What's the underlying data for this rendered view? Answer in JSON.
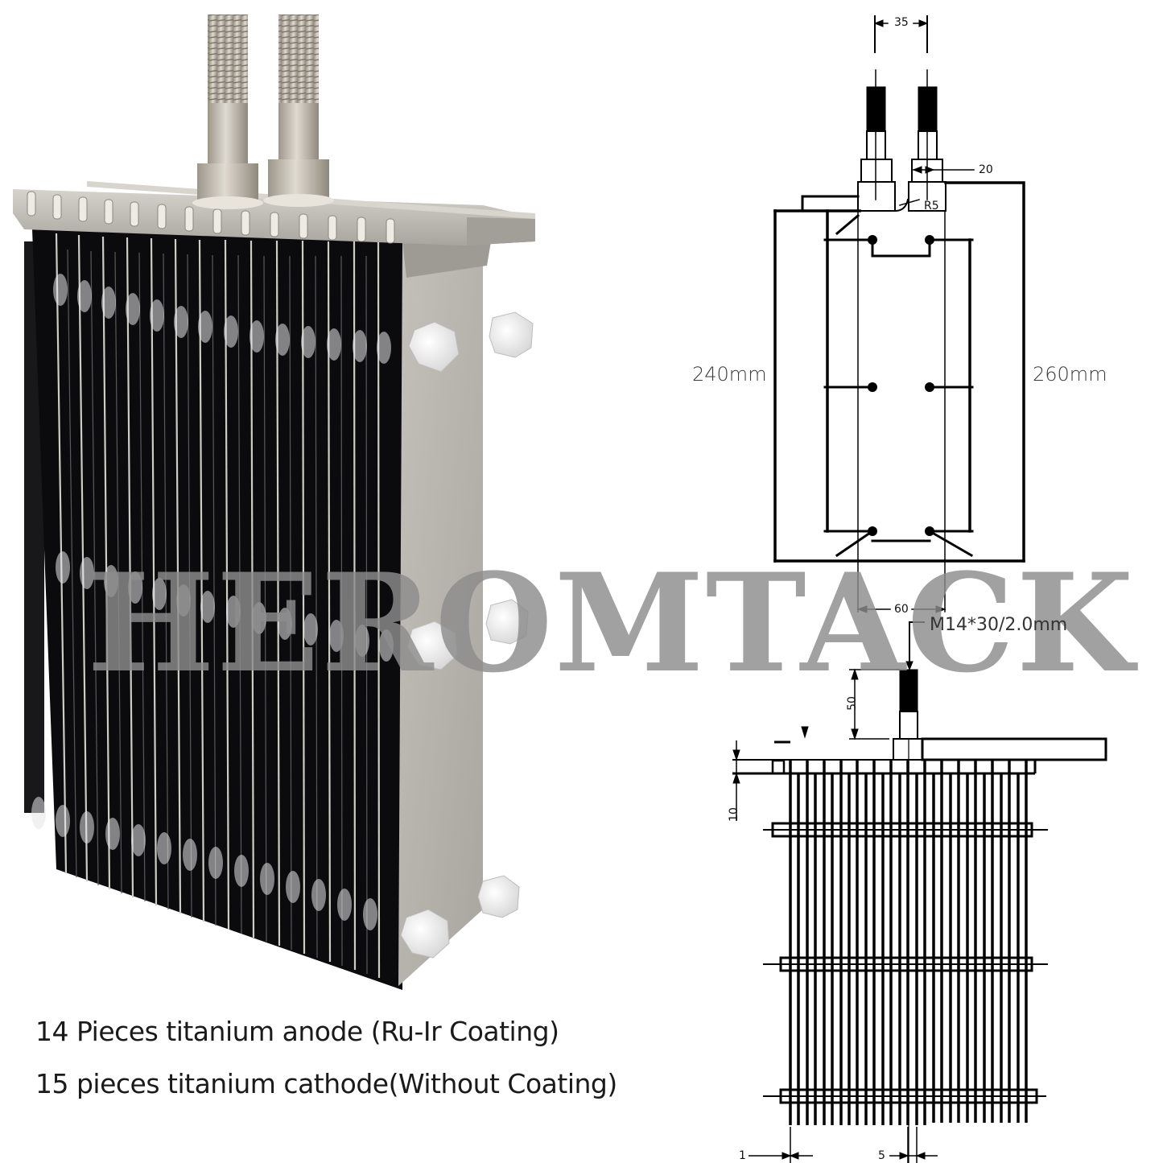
{
  "photo": {
    "subject": "titanium electrode stack",
    "colors": {
      "frame": "#b7b3ad",
      "fin": "#0c0c0e",
      "fin_edge": "#c9c6c0",
      "nut": "#f2f2f2",
      "bolt": "#c8c1b6"
    }
  },
  "caption": {
    "line1": "14 Pieces titanium anode (Ru-Ir Coating)",
    "line2": "15 pieces titanium cathode(Without Coating)"
  },
  "watermark": {
    "text": "HEROMTACK",
    "color": "#9a9a9a"
  },
  "drawing_top": {
    "dims": {
      "terminal_spacing": "35",
      "terminal_width": "20",
      "radius": "R5",
      "height_left": "240mm",
      "height_right": "260mm",
      "bottom_spacing": "60",
      "thread_spec": "M14*30/2.0mm"
    }
  },
  "drawing_bottom": {
    "dims": {
      "terminal_height": "50",
      "top_gap": "10",
      "plate_thickness": "1",
      "plate_pitch": "5"
    },
    "fin_count": 29,
    "support_bars": 3
  }
}
